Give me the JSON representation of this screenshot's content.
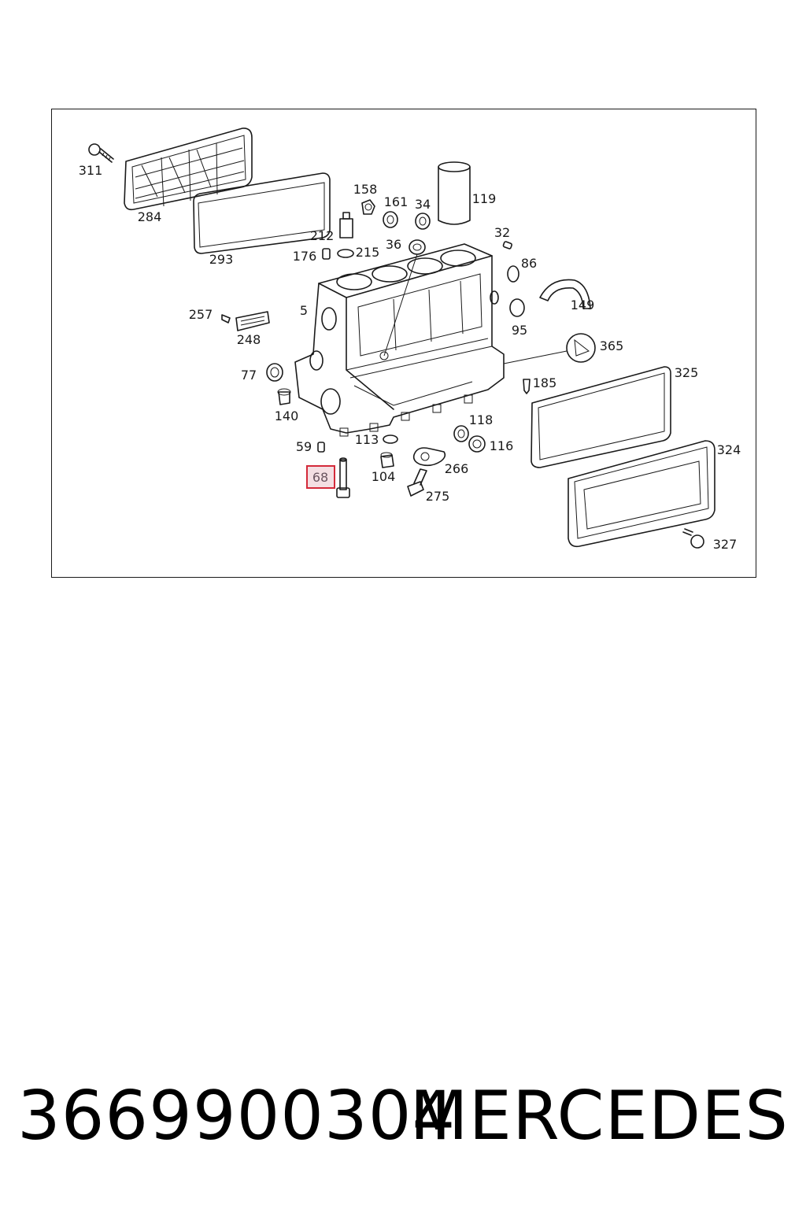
{
  "diagram": {
    "highlighted_label": "68",
    "labels": [
      "311",
      "284",
      "293",
      "158",
      "161",
      "34",
      "119",
      "212",
      "176",
      "215",
      "36",
      "32",
      "86",
      "149",
      "257",
      "248",
      "5",
      "95",
      "365",
      "77",
      "325",
      "185",
      "140",
      "118",
      "59",
      "113",
      "116",
      "324",
      "104",
      "266",
      "275",
      "327"
    ]
  },
  "footer": {
    "part_number": "3669900304",
    "brand": "MERCEDES"
  },
  "colors": {
    "highlight_fill": "#f4dfe3",
    "highlight_stroke": "#d42a3a",
    "line": "#1a1a1a"
  }
}
